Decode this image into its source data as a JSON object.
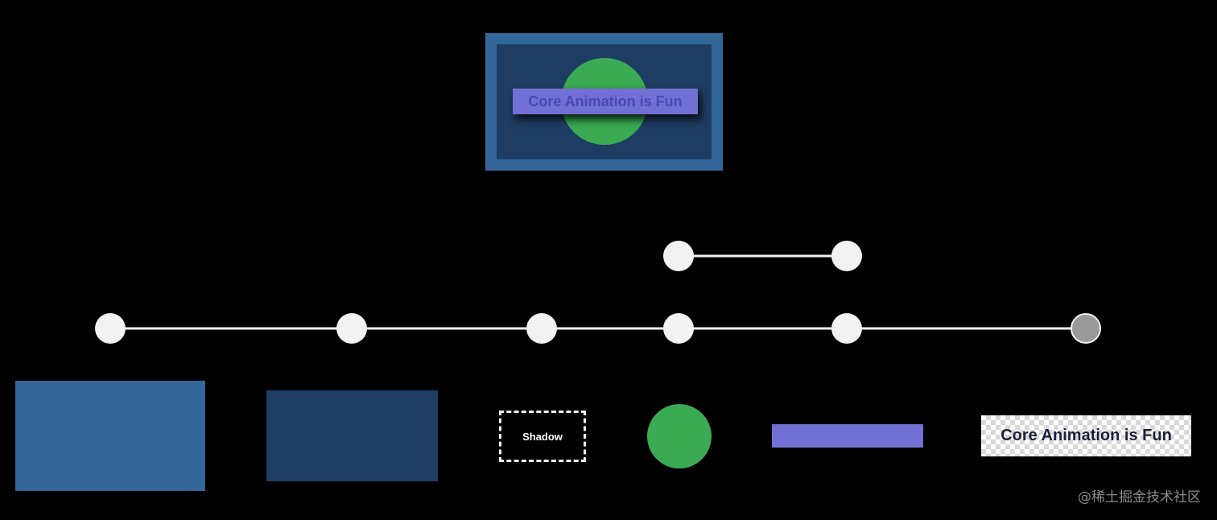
{
  "composite": {
    "banner_text": "Core Animation is Fun"
  },
  "layers": {
    "shadow_label": "Shadow",
    "text_layer_label": "Core Animation is Fun"
  },
  "watermark": "@稀土掘金技术社区",
  "colors": {
    "background": "#000000",
    "outer_blue": "#336699",
    "inner_navy": "#1e3d62",
    "green": "#3aab52",
    "purple": "#7270d4",
    "node_white": "#f2f2f2",
    "leaf_gray": "#9a9a9a"
  }
}
